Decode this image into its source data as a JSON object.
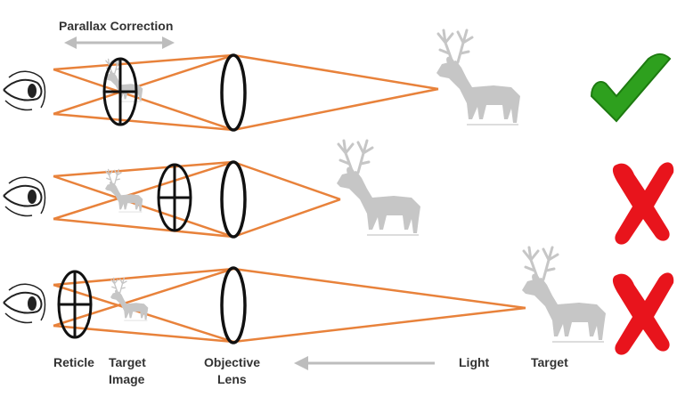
{
  "header": {
    "title": "Parallax Correction"
  },
  "labels": {
    "reticle": "Reticle",
    "target_image_1": "Target",
    "target_image_2": "Image",
    "objective_1": "Objective",
    "objective_2": "Lens",
    "light": "Light",
    "target": "Target"
  },
  "rows": [
    {
      "status": "correct",
      "status_icon": "check-mark-icon"
    },
    {
      "status": "incorrect",
      "status_icon": "x-mark-icon"
    },
    {
      "status": "incorrect",
      "status_icon": "x-mark-icon"
    }
  ],
  "colors": {
    "ray": "#e8823b",
    "lens": "#111111",
    "deer": "#c6c6c6",
    "arrow": "#bdbdbd",
    "check": "#2ea01e",
    "cross": "#e8141c",
    "text": "#333333"
  }
}
